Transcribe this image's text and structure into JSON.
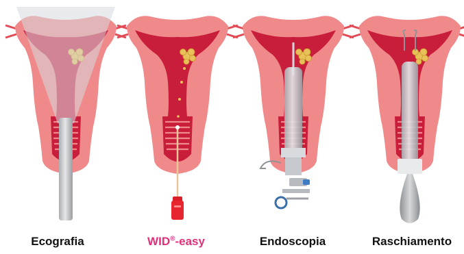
{
  "panels": [
    {
      "id": "ecografia",
      "caption": "Ecografia",
      "instrument": "ultrasound-probe"
    },
    {
      "id": "wid-easy",
      "caption_main": "WID",
      "caption_sup": "®",
      "caption_rest": "-easy",
      "instrument": "soft-catheter-with-vial"
    },
    {
      "id": "endoscopia",
      "caption": "Endoscopia",
      "instrument": "hysteroscope"
    },
    {
      "id": "raschiamento",
      "caption": "Raschiamento",
      "instrument": "curette"
    }
  ],
  "colors": {
    "uterus_outer": "#f08a8a",
    "uterus_cavity": "#c81e3c",
    "cavity_light": "#e5687a",
    "ovary_lesion": "#e8c15a",
    "instrument_gray": "#c8cace",
    "wid_caption": "#e0307a",
    "caption": "#111111"
  }
}
